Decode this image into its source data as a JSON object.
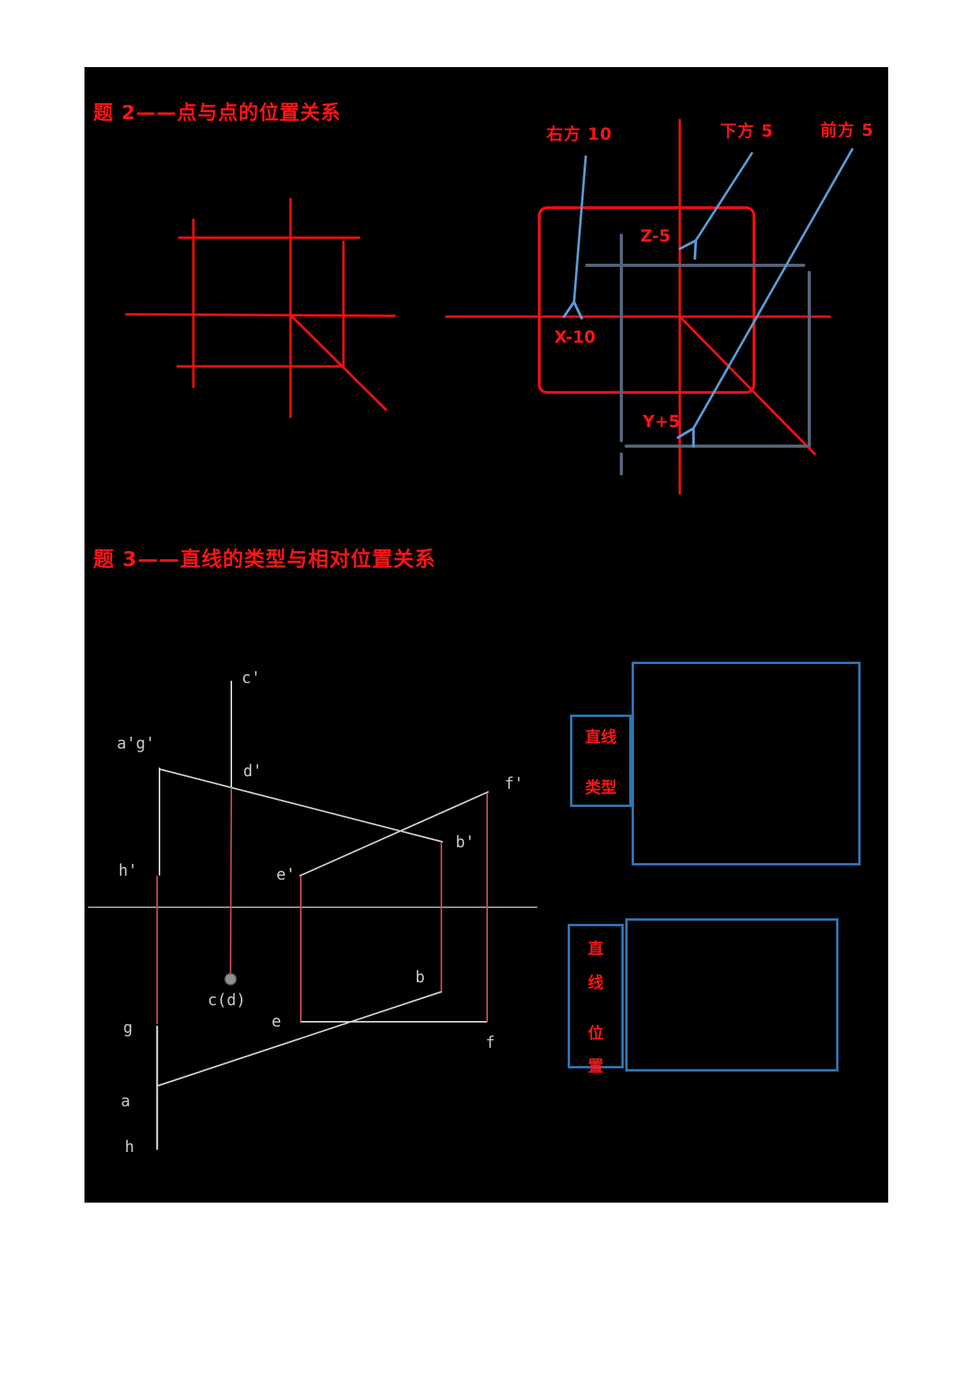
{
  "colors": {
    "page_bg": "#ffffff",
    "canvas_bg": "#000000",
    "bright_red": "#ff1414",
    "muted_red": "#c04b4b",
    "slate_gray": "#546478",
    "arrow_blue": "#5b9bd5",
    "box_blue": "#2e74b5",
    "line_white": "#cfcfcf"
  },
  "problem2": {
    "title": "题 2——点与点的位置关系",
    "annotations": {
      "right10": "右方 10",
      "below5": "下方 5",
      "front5": "前方 5",
      "z": "Z-5",
      "x": "X-10",
      "y": "Y+5"
    }
  },
  "problem3": {
    "title": "题 3——直线的类型与相对位置关系",
    "front_view_labels": {
      "c_p": "c'",
      "ag_p": "a'g'",
      "d_p": "d'",
      "f_p": "f'",
      "b_p": "b'",
      "e_p": "e'",
      "h_p": "h'"
    },
    "top_view_labels": {
      "cd": "c(d)",
      "e": "e",
      "b": "b",
      "g": "g",
      "f": "f",
      "a": "a",
      "h": "h"
    },
    "type_box": {
      "line1": "直线",
      "line2": "类型"
    },
    "position_box": {
      "chars": [
        "直",
        "线",
        "位",
        "置"
      ]
    }
  }
}
